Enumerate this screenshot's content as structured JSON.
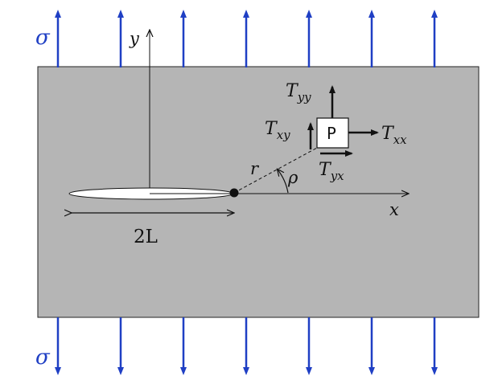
{
  "colors": {
    "background": "#ffffff",
    "plate": "#b5b5b5",
    "load_arrows": "#1f3fc4",
    "ink": "#111111",
    "crack": "#ffffff"
  },
  "labels": {
    "sigma_top": "σ",
    "sigma_bottom": "σ",
    "y_axis": "y",
    "x_axis": "x",
    "crack_length": "2L",
    "radius": "r",
    "angle": "ρ",
    "point": "P",
    "stress_yy": {
      "base": "T",
      "sub": "yy"
    },
    "stress_xy": {
      "base": "T",
      "sub": "xy"
    },
    "stress_xx": {
      "base": "T",
      "sub": "xx"
    },
    "stress_yx": {
      "base": "T",
      "sub": "yx"
    }
  },
  "icons": {
    "load_arrow": "arrow-up-down-icon",
    "axis_arrow": "arrow-head-icon"
  },
  "load_arrow_count_top": 7,
  "load_arrow_count_bottom": 7
}
